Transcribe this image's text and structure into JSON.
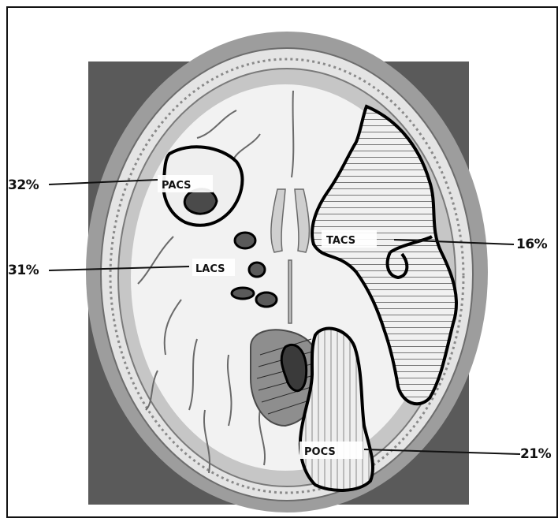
{
  "figure": {
    "regions": [
      {
        "label": "PACS",
        "percent": "32%"
      },
      {
        "label": "LACS",
        "percent": "31%"
      },
      {
        "label": "TACS",
        "percent": "16%"
      },
      {
        "label": "POCS",
        "percent": "21%"
      }
    ]
  },
  "colors": {
    "frame": "#111111",
    "background_square": "#5a5a5a",
    "skull_outer": "#a8a8a8",
    "skull_bone": "#e6e6e6",
    "white_matter": "#f4f4f4",
    "grey_matter": "#c9c9c9",
    "infarct_outline": "#000000"
  }
}
